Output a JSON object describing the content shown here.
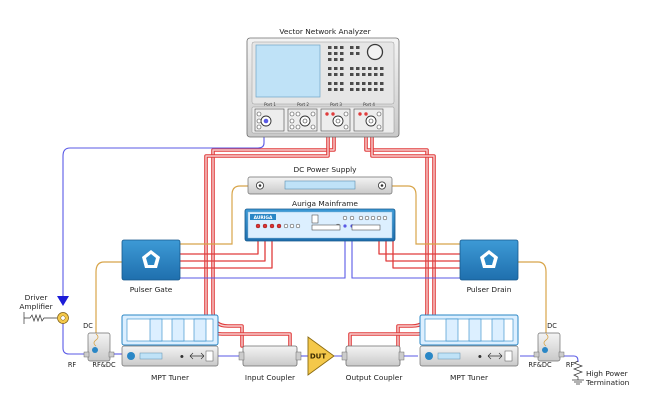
{
  "labels": {
    "vna": "Vector Network Analyzer",
    "port1": "Port 1",
    "port2": "Port 2",
    "port3": "Port 3",
    "port4": "Port 4",
    "dc_power_supply": "DC Power Supply",
    "auriga_mainframe": "Auriga Mainframe",
    "auriga_logo": "AURIGA",
    "pulser_gate": "Pulser Gate",
    "pulser_drain": "Pulser Drain",
    "driver_amplifier_line1": "Driver",
    "driver_amplifier_line2": "Amplifier",
    "dc_left": "DC",
    "dc_right": "DC",
    "rf_left": "RF",
    "rfdc_left": "RF&DC",
    "rfdc_right": "RF&DC",
    "rf_right": "RF",
    "mpt_tuner_left": "MPT Tuner",
    "mpt_tuner_right": "MPT Tuner",
    "input_coupler": "Input Coupler",
    "output_coupler": "Output Coupler",
    "dut": "DUT",
    "high_power_line1": "High Power",
    "high_power_line2": "Termination"
  },
  "icons": {
    "pulser_gate": "pentagon-icon",
    "pulser_drain": "pentagon-icon",
    "driver_amplifier": "amplifier-triangle-icon",
    "termination": "resistor-ground-icon",
    "bias_tee_left": "bias-tee-icon",
    "bias_tee_right": "bias-tee-icon"
  },
  "colors": {
    "equipment_blue": "#2a87c6",
    "panel_light_blue": "#dcefff",
    "signal_blue": "#5a5ae6",
    "power_red": "#e03c3c",
    "power_pink": "#f4b6b6",
    "bias_gold": "#d8a54a",
    "dut_gold": "#f4c84a"
  }
}
